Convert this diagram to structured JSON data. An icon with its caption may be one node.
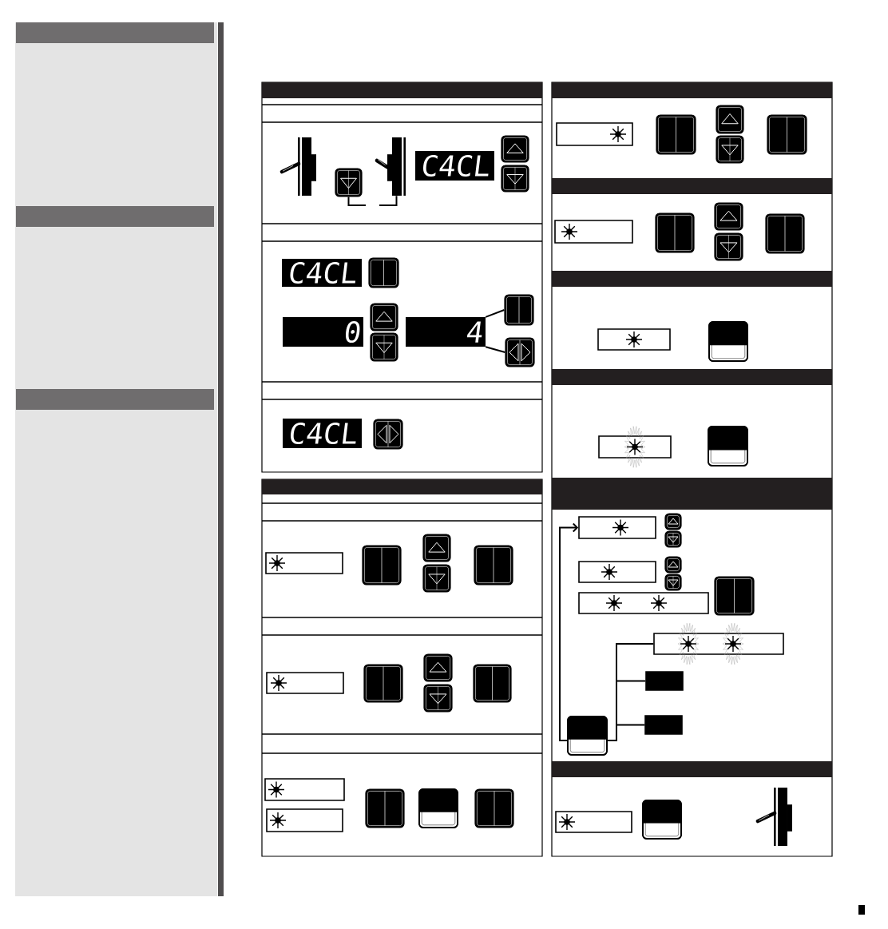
{
  "diagram": {
    "nodes": [
      {
        "text": [],
        "shape": "switch"
      },
      {
        "text": [],
        "shape": "button"
      },
      {
        "text": [],
        "shape": "switch"
      },
      {
        "text": [
          "C4CL"
        ]
      },
      {
        "text": [],
        "shape": "button"
      },
      {
        "text": [],
        "shape": "button"
      },
      {
        "text": [
          "C4CL"
        ]
      },
      {
        "text": [],
        "shape": "button"
      },
      {
        "text": [
          "0"
        ]
      },
      {
        "text": [],
        "shape": "button"
      },
      {
        "text": [],
        "shape": "button"
      },
      {
        "text": [
          "4"
        ]
      },
      {
        "text": [],
        "shape": "button"
      },
      {
        "text": [],
        "shape": "button"
      },
      {
        "text": [
          "C4CL"
        ]
      },
      {
        "text": [],
        "shape": "button"
      },
      {
        "text": [],
        "shape": "box"
      },
      {
        "text": [],
        "shape": "button"
      },
      {
        "text": [],
        "shape": "button"
      },
      {
        "text": [],
        "shape": "button"
      },
      {
        "text": [],
        "shape": "button"
      },
      {
        "text": [],
        "shape": "box"
      },
      {
        "text": [],
        "shape": "button"
      },
      {
        "text": [],
        "shape": "button"
      },
      {
        "text": [],
        "shape": "button"
      },
      {
        "text": [],
        "shape": "button"
      },
      {
        "text": [],
        "shape": "box"
      },
      {
        "text": [],
        "shape": "box"
      },
      {
        "text": [],
        "shape": "button"
      },
      {
        "text": [],
        "shape": "button"
      },
      {
        "text": [],
        "shape": "button"
      },
      {
        "text": [],
        "shape": "box"
      },
      {
        "text": [],
        "shape": "button"
      },
      {
        "text": [],
        "shape": "button"
      },
      {
        "text": [],
        "shape": "button"
      },
      {
        "text": [],
        "shape": "button"
      },
      {
        "text": [],
        "shape": "box"
      },
      {
        "text": [],
        "shape": "button"
      },
      {
        "text": [],
        "shape": "button"
      },
      {
        "text": [],
        "shape": "button"
      },
      {
        "text": [],
        "shape": "button"
      },
      {
        "text": [],
        "shape": "box"
      },
      {
        "text": [],
        "shape": "button"
      },
      {
        "text": [],
        "shape": "box"
      },
      {
        "text": [],
        "shape": "button"
      },
      {
        "text": [],
        "shape": "box"
      },
      {
        "text": [],
        "shape": "button"
      },
      {
        "text": [],
        "shape": "button"
      },
      {
        "text": [],
        "shape": "box"
      },
      {
        "text": [],
        "shape": "button"
      },
      {
        "text": [],
        "shape": "button"
      },
      {
        "text": [],
        "shape": "box"
      },
      {
        "text": [],
        "shape": "button"
      },
      {
        "text": [],
        "shape": "box"
      },
      {
        "text": [],
        "shape": "box"
      },
      {
        "text": [],
        "shape": "box"
      },
      {
        "text": [],
        "shape": "button"
      },
      {
        "text": [],
        "shape": "box"
      },
      {
        "text": [],
        "shape": "button"
      },
      {
        "text": [],
        "shape": "switch"
      }
    ],
    "edges": [
      {
        "from": 1,
        "to": null,
        "arrow": "none"
      },
      {
        "from": null,
        "to": 2,
        "arrow": "none"
      },
      {
        "from": 11,
        "to": 12,
        "arrow": "none"
      },
      {
        "from": 11,
        "to": 13,
        "arrow": "none"
      },
      {
        "from": 56,
        "to": 45,
        "arrow": "to"
      },
      {
        "from": 56,
        "to": 53,
        "arrow": "none"
      },
      {
        "from": 56,
        "to": 54,
        "arrow": "none"
      },
      {
        "from": 56,
        "to": 55,
        "arrow": "none"
      }
    ]
  }
}
